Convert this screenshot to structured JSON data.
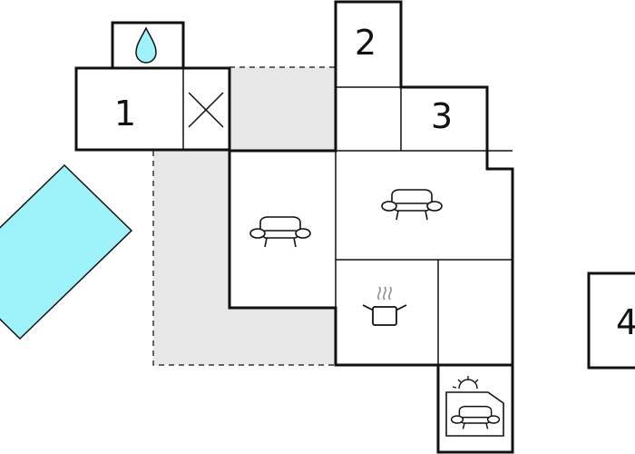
{
  "floor_plan": {
    "rooms": [
      {
        "number": "1",
        "kind": "bedroom"
      },
      {
        "number": "2",
        "kind": "bedroom"
      },
      {
        "number": "3",
        "kind": "bedroom"
      },
      {
        "number": "4",
        "kind": "bedroom"
      }
    ],
    "icons": {
      "bathroom": "water-drop-icon",
      "toilet": "cross-icon",
      "living_room_left": "sofa-icon",
      "living_room_right": "sofa-icon",
      "kitchen": "cooking-pot-icon",
      "veranda": "sunroom-sofa-icon"
    },
    "colors": {
      "wall": "#111111",
      "terrace": "#e8e8e8",
      "pool": "#9ef3fb"
    }
  }
}
